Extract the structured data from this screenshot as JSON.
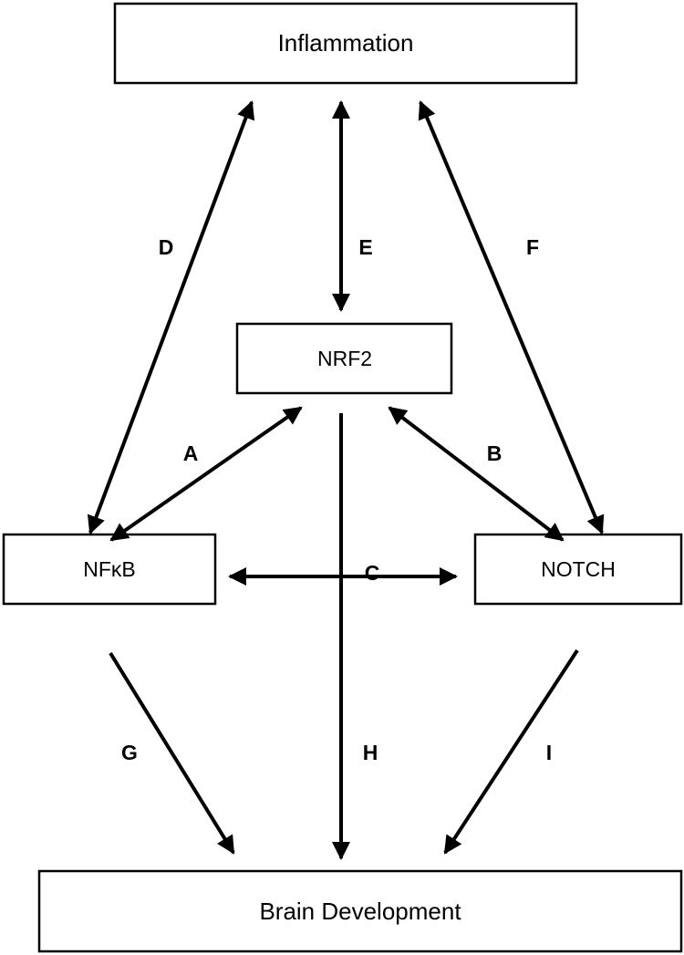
{
  "diagram": {
    "nodes": {
      "inflammation": "Inflammation",
      "nrf2": "NRF2",
      "nfkb": "NFκB",
      "notch": "NOTCH",
      "brain_development": "Brain Development"
    },
    "edges": {
      "a": "A",
      "b": "B",
      "c": "C",
      "d": "D",
      "e": "E",
      "f": "F",
      "g": "G",
      "h": "H",
      "i": "I"
    },
    "colors": {
      "stroke": "#000000",
      "background": "#ffffff"
    }
  }
}
